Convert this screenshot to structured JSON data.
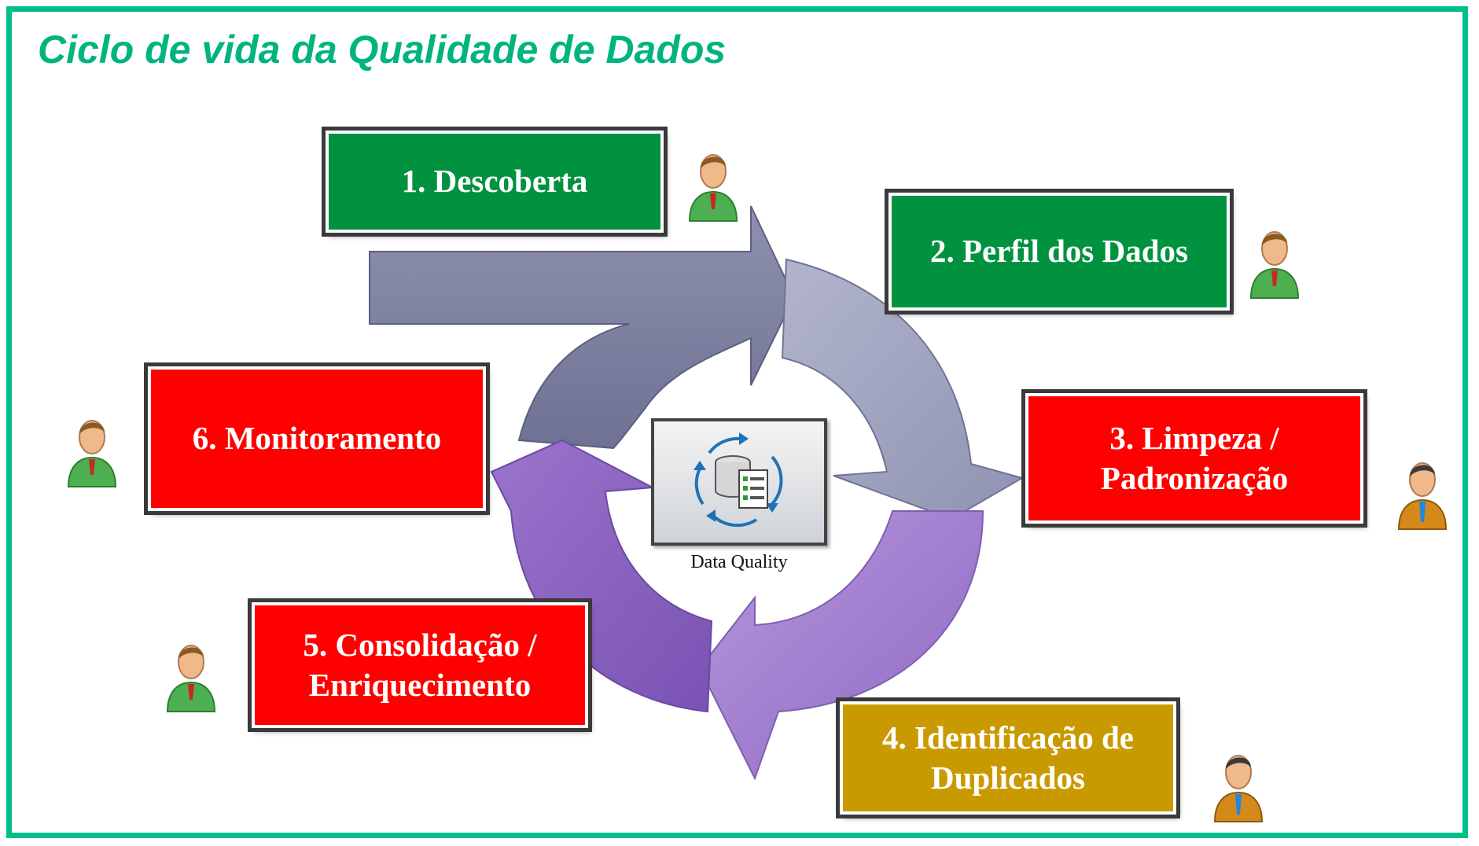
{
  "title": "Ciclo de vida da Qualidade de Dados",
  "center": {
    "label": "Data Quality",
    "icon": "database-checklist-cycle-icon"
  },
  "steps": [
    {
      "line1": "1. Descoberta",
      "line2": "",
      "color": "#00923f"
    },
    {
      "line1": "2. Perfil dos Dados",
      "line2": "",
      "color": "#00923f"
    },
    {
      "line1": "3. Limpeza /",
      "line2": "Padronização",
      "color": "#ff0000"
    },
    {
      "line1": "4. Identificação de",
      "line2": "Duplicados",
      "color": "#c99a00"
    },
    {
      "line1": "5. Consolidação /",
      "line2": "Enriquecimento",
      "color": "#ff0000"
    },
    {
      "line1": "6. Monitoramento",
      "line2": "",
      "color": "#ff0000"
    }
  ],
  "colors": {
    "frame": "#00c08a",
    "title": "#00b47e"
  }
}
